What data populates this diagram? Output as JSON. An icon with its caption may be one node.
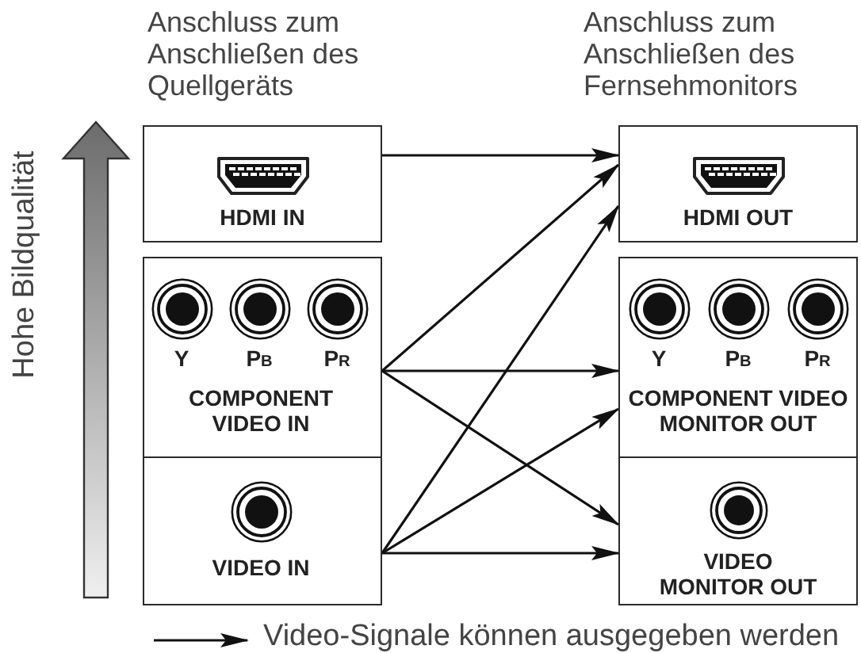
{
  "diagram": {
    "nodes": [
      {
        "text": [
          "HDMI IN"
        ]
      },
      {
        "text": [
          "HDMI OUT"
        ]
      },
      {
        "text": [
          "Y",
          "P$_{B}$",
          "P$_{R}$",
          "COMPONENT VIDEO IN"
        ]
      },
      {
        "text": [
          "Y",
          "P$_{B}$",
          "P$_{R}$",
          "COMPONENT VIDEO MONITOR OUT"
        ]
      },
      {
        "text": [
          "VIDEO IN"
        ]
      },
      {
        "text": [
          "VIDEO MONITOR OUT"
        ]
      }
    ],
    "edges": [
      {
        "from": 0,
        "to": 1,
        "arrow": "to"
      },
      {
        "from": 2,
        "to": 1,
        "arrow": "to"
      },
      {
        "from": 4,
        "to": 1,
        "arrow": "to"
      },
      {
        "from": 2,
        "to": 3,
        "arrow": "to"
      },
      {
        "from": 4,
        "to": 3,
        "arrow": "to"
      },
      {
        "from": 2,
        "to": 5,
        "arrow": "to"
      },
      {
        "from": 4,
        "to": 5,
        "arrow": "to"
      }
    ],
    "labels": [
      "Anschluss zum Anschließen des Quellgeräts",
      "Anschluss zum Anschließen des Fernsehmonitors",
      "Hohe Bildqualität"
    ],
    "legend": [
      {
        "text": "Video-Signale können ausgegeben werden"
      }
    ]
  }
}
